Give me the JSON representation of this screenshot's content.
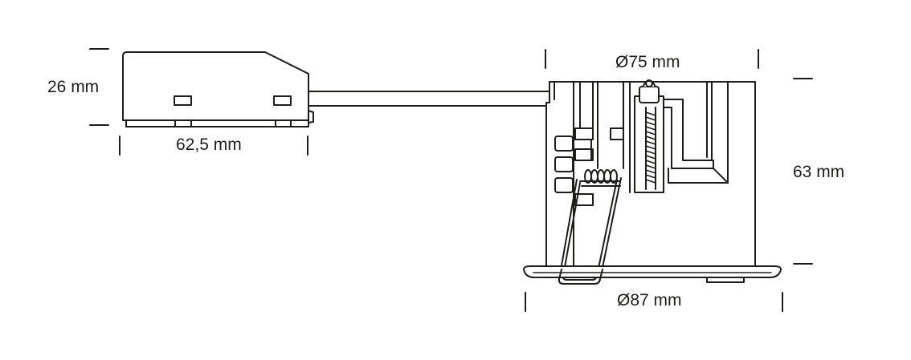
{
  "dimensions": {
    "junction_box_height": "26 mm",
    "junction_box_width": "62,5 mm",
    "housing_diameter": "Ø75 mm",
    "flange_diameter": "Ø87 mm",
    "housing_height": "63 mm"
  },
  "colors": {
    "line": "#1d1d1b",
    "fill": "#ffffff",
    "background": "#ffffff"
  }
}
